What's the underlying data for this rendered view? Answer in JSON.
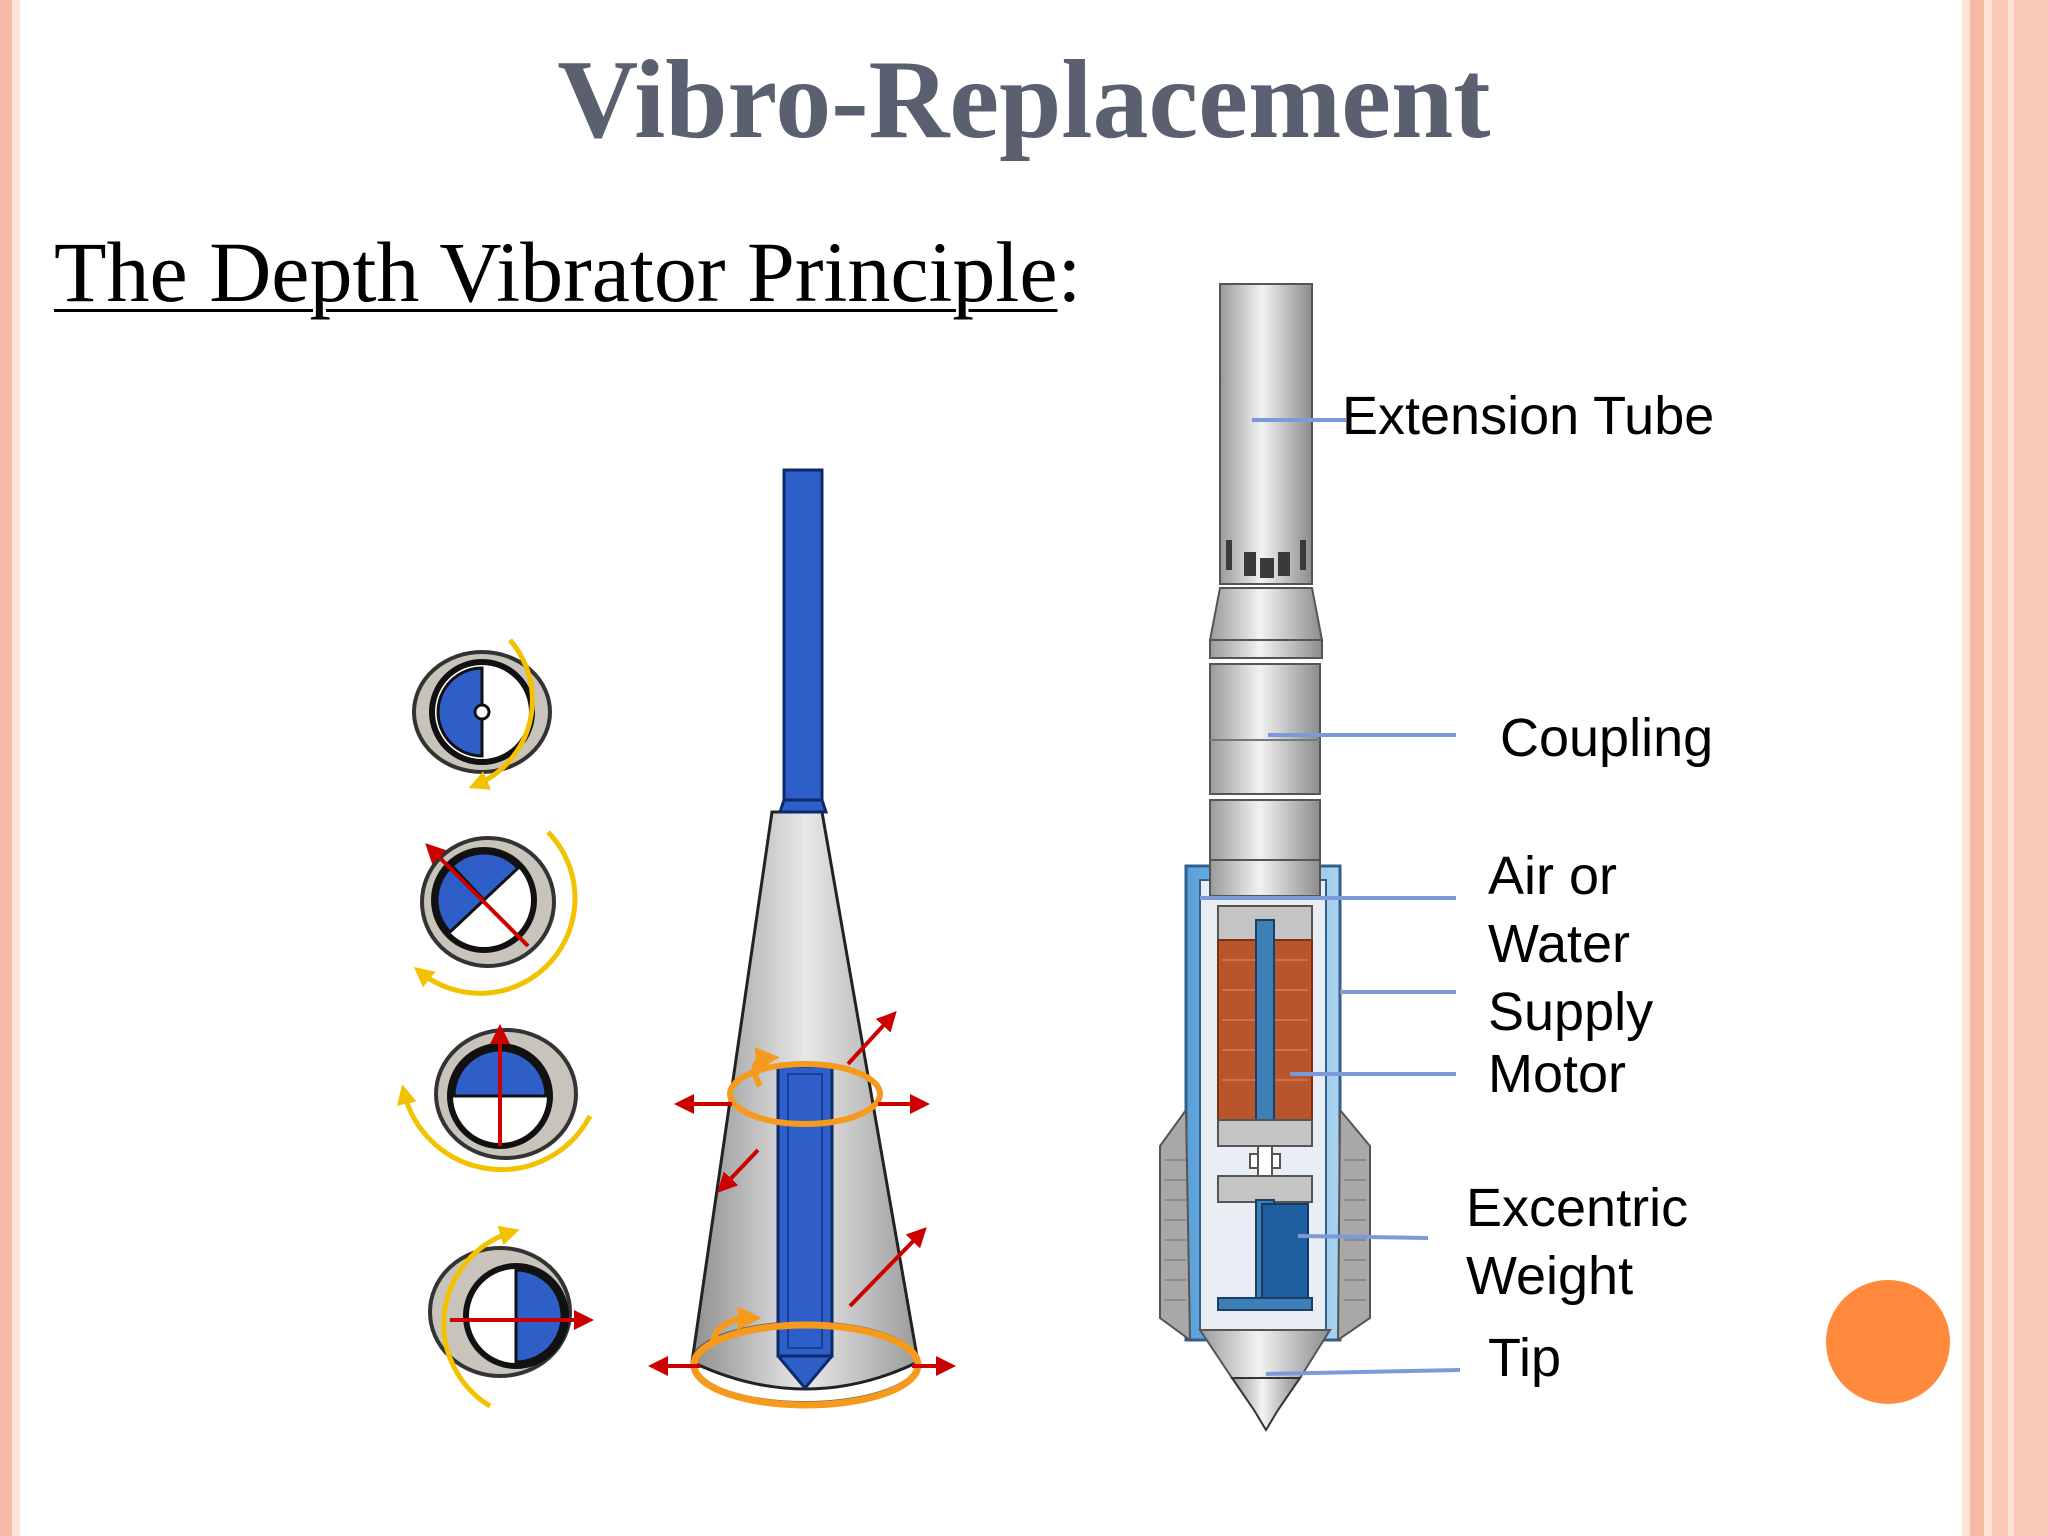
{
  "slide": {
    "title": "Vibro-Replacement",
    "subtitle": "The Depth Vibrator Principle",
    "subtitle_suffix": ":"
  },
  "labels": {
    "extension_tube": "Extension Tube",
    "coupling": "Coupling",
    "air_or": "Air or",
    "water": "Water",
    "supply": "Supply",
    "motor": "Motor",
    "excentric": "Excentric",
    "weight": "Weight",
    "tip": "Tip"
  },
  "colors": {
    "title": "#5a6070",
    "border": "#f6bba6",
    "accent_circle": "#ff8a3d",
    "blue": "#2e5fc9",
    "rotation_arrow": "#f2c200",
    "force_arrow": "#cc0000",
    "leader_line": "#7b9ad8"
  }
}
